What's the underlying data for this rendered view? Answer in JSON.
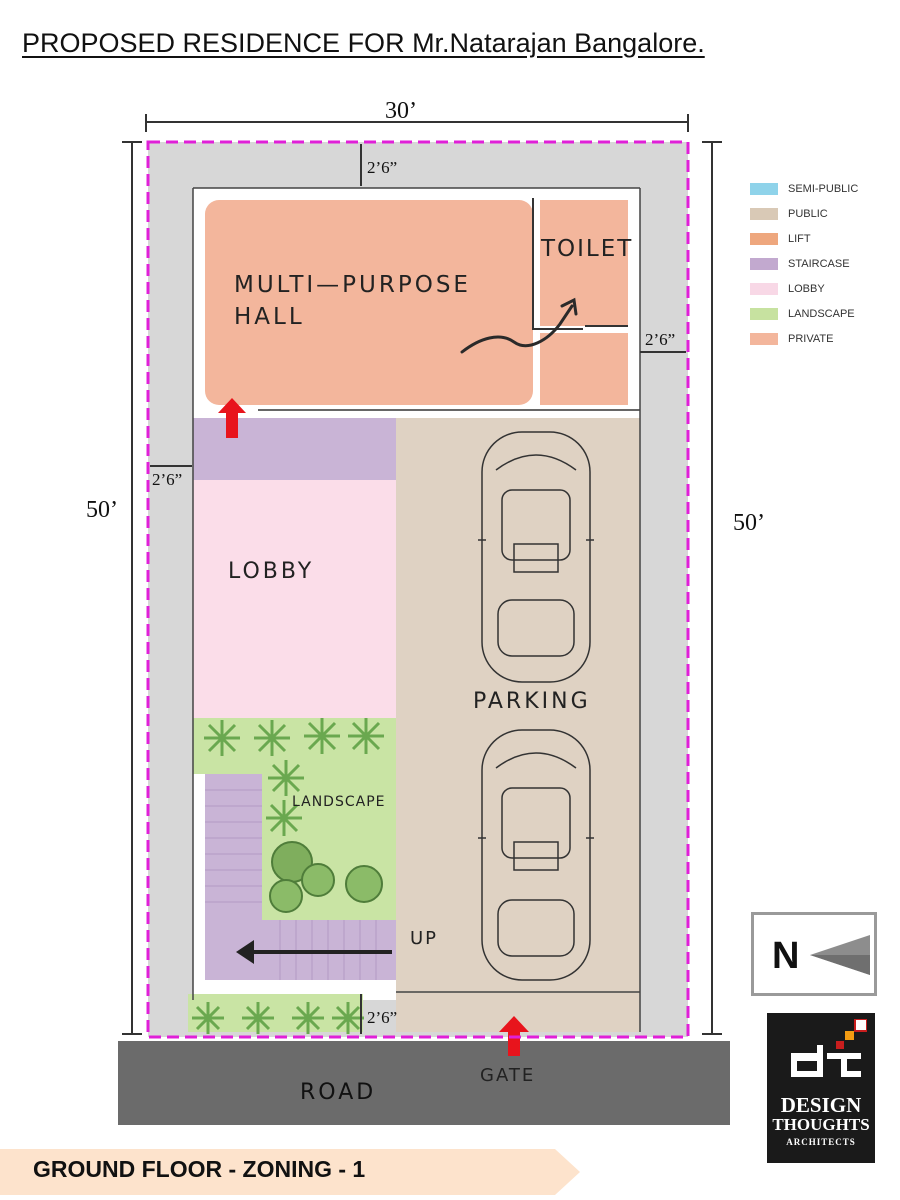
{
  "title": "PROPOSED RESIDENCE FOR Mr.Natarajan Bangalore.",
  "dimensions": {
    "width_total": "30’",
    "depth_left": "50’",
    "depth_right": "50’",
    "setback_top": "2’6”",
    "setback_right": "2’6”",
    "setback_left": "2’6”",
    "setback_bottom": "2’6”"
  },
  "rooms": {
    "hall_line1": "MULTI—PURPOSE",
    "hall_line2": "HALL",
    "toilet": "TOILET",
    "lobby": "LOBBY",
    "parking": "PARKING",
    "landscape": "LANDSCAPE",
    "stair_up": "UP",
    "gate": "GATE",
    "road": "ROAD"
  },
  "legend": [
    {
      "label": "SEMI-PUBLIC",
      "color": "#8fd3ea"
    },
    {
      "label": "PUBLIC",
      "color": "#d9c9b6"
    },
    {
      "label": "LIFT",
      "color": "#eea77e"
    },
    {
      "label": "STAIRCASE",
      "color": "#c2a9cf"
    },
    {
      "label": "LOBBY",
      "color": "#f8d8e6"
    },
    {
      "label": "LANDSCAPE",
      "color": "#c7e2a0"
    },
    {
      "label": "PRIVATE",
      "color": "#f3b69c"
    }
  ],
  "north": {
    "letter": "N"
  },
  "logo": {
    "mark": "dt",
    "line1": "DESIGN",
    "line2": "THOUGHTS",
    "line3": "ARCHITECTS"
  },
  "footer": {
    "label": "GROUND  FLOOR  - ZONING - 1"
  },
  "colors": {
    "setback": "#d7d7d7",
    "road": "#6b6b6b",
    "private": "#f3b69c",
    "public": "#dfd2c3",
    "lobby": "#fbdde9",
    "staircase": "#c9b4d6",
    "landscape": "#c9e4a4",
    "plot_boundary": "#e020d8",
    "arrow": "#e8141c",
    "footer_band": "#fde3cc"
  }
}
